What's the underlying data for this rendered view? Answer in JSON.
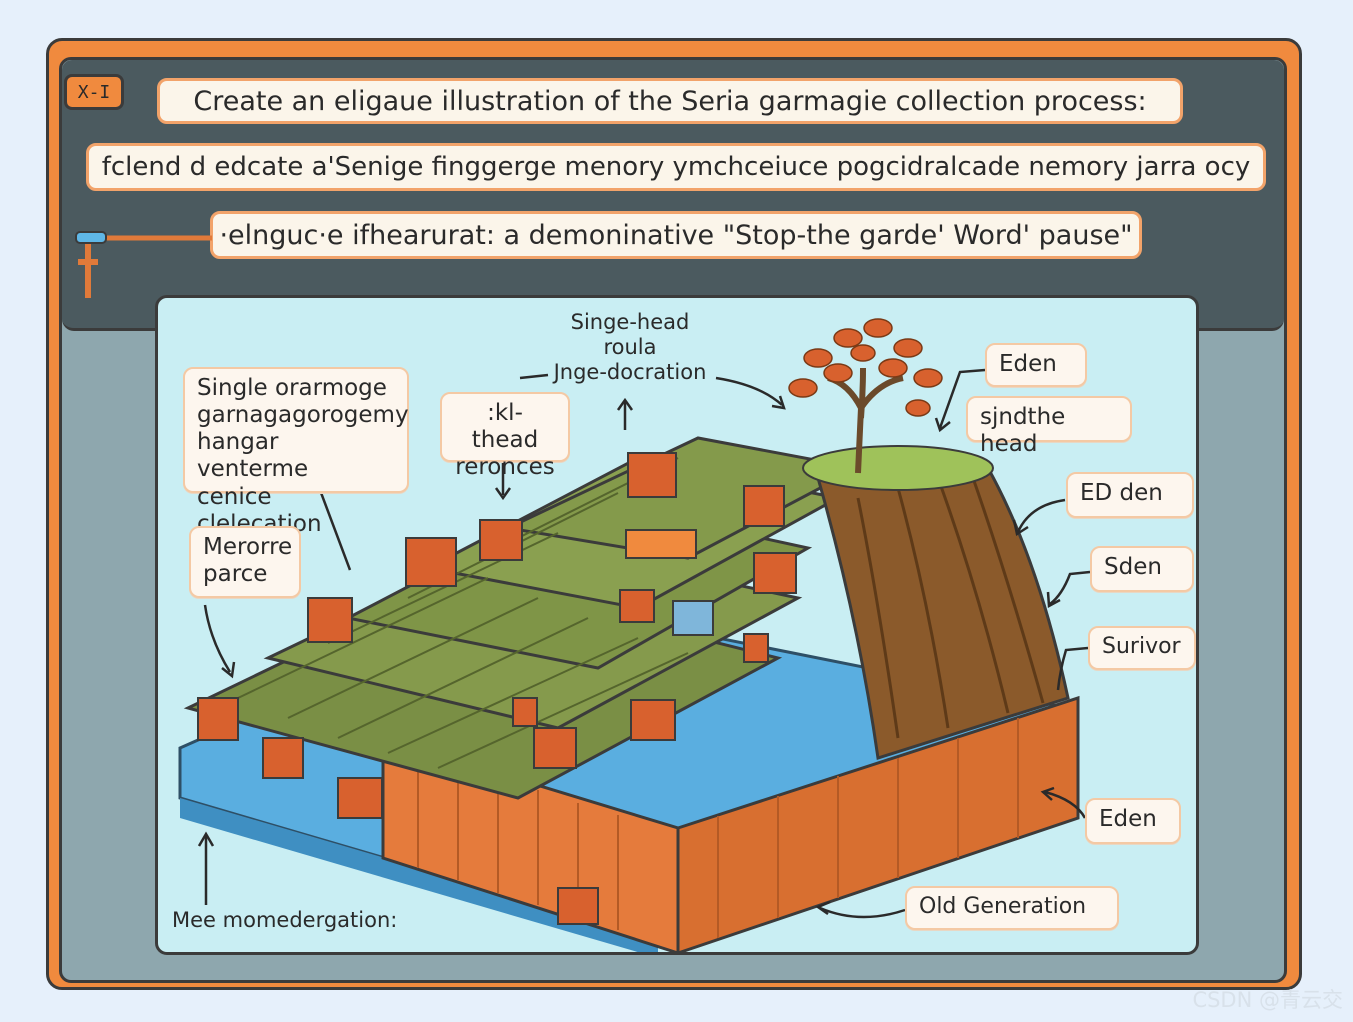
{
  "header": {
    "tag": "X-I",
    "line1": "Create an eligaue illustration of the Seria garmagie collection process:",
    "line2": "fclend d edcate a'Senige finggerge menory ymchceiuce pogcidralcade nemory jarra ocy",
    "line3": "·elnguc·e ifhearurat: a demoninative \"Stop-the garde' Word' pause\""
  },
  "labels": {
    "single_box": "Single orarmoge\ngarnagagorogemy\nhangar venterme\ncenice clelecation",
    "merorre": "Merorre\nparce",
    "kl_thead": ":kl-thead\nreronces",
    "single_head": "Singe-head\nroula\nJnge-docration",
    "eden_top": "Eden",
    "sjndthe": "sjndthe head",
    "ed_den": "ED den",
    "sden": "Sden",
    "survivor": "Surivor",
    "eden_bottom": "Eden",
    "old_gen": "Old Generation",
    "mee": "Mee momedergation:"
  },
  "watermark": "CSDN @青云交",
  "colors": {
    "frame_orange": "#f08a3e",
    "header_dark": "#4b5a5f",
    "panel_grey": "#8ea7ae",
    "scene_bg": "#c9eef3",
    "terrace_green": "#7a8f45",
    "wall_orange": "#e57b3c",
    "hill_brown": "#8b5a2b",
    "water_blue": "#5aaee0"
  }
}
